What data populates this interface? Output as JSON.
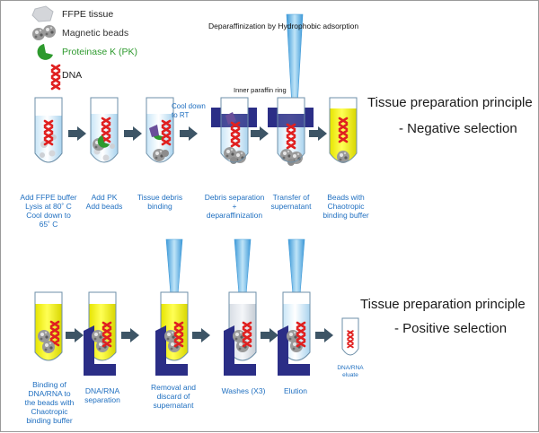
{
  "legend": {
    "ffpe": "FFPE tissue",
    "beads": "Magnetic beads",
    "pk": "Proteinase K (PK)",
    "dna": "DNA"
  },
  "colors": {
    "label_blue": "#1f6fc0",
    "pk_green": "#2e9a2e",
    "paraffin_navy": "#2b2e86",
    "buffer_yellow": "#f3f20a",
    "arrow_slate": "#3d5566",
    "pipette_blue": "#5aaee0"
  },
  "top": {
    "deparaffinization": "Deparaffinization by Hydrophobic adsorption",
    "inner_paraffin_ring": "Inner paraffin ring",
    "cool_down": "Cool down\nto RT",
    "heading_line1": "Tissue preparation principle",
    "heading_line2": "- Negative selection",
    "steps": [
      "Add FFPE buffer\nLysis at 80˚ C\nCool down to\n65˚ C",
      "Add PK\nAdd beads",
      "Tissue debris\nbinding",
      "Debris separation\n+\ndeparaffinization",
      "Transfer of\nsupernatant",
      "Beads with\nChaotropic\nbinding buffer"
    ]
  },
  "bottom": {
    "heading_line1": "Tissue preparation principle",
    "heading_line2": "- Positive selection",
    "steps": [
      "Binding of\nDNA/RNA to\nthe beads with\nChaotropic\nbinding buffer",
      "DNA/RNA\nseparation",
      "Removal and\ndiscard of\nsupernatant",
      "Washes (X3)",
      "Elution",
      "DNA/RNA\neluate"
    ]
  }
}
